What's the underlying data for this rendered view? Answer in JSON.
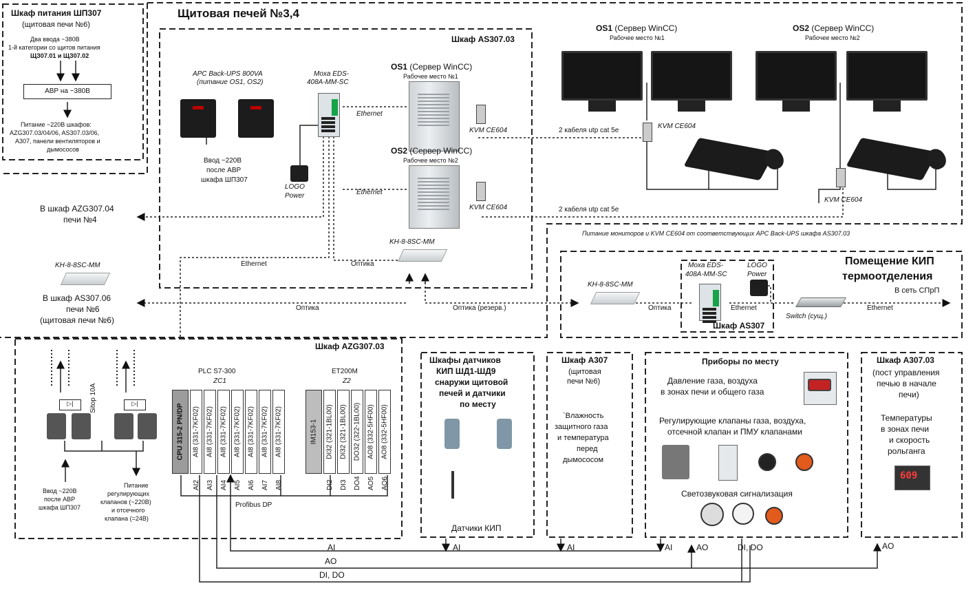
{
  "sp307": {
    "title": "Шкаф питания ШП307",
    "sub": "(щитовая печи №6)",
    "inputs_line1": "Два ввода ~380В",
    "inputs_line2": "1-й категории со щитов питания",
    "inputs_line3": "ЩЗ07.01 и ЩЗ07.02",
    "avr": "АВР на ~380В",
    "out_line1": "Питание ~220В шкафов:",
    "out_line2": "AZG307.03/04/06, AS307.03/06,",
    "out_line3": "A307, панели вентиляторов и",
    "out_line4": "дымососов"
  },
  "room_title": "Щитовая печей №3,4",
  "as30703": {
    "title": "Шкаф AS307.03",
    "ups_l1": "APC Back-UPS 800VA",
    "ups_l2": "(питание OS1, OS2)",
    "ups_in_l1": "Ввод ~220В",
    "ups_in_l2": "после АВР",
    "ups_in_l3": "шкафа ШП307",
    "moxa_l1": "Moxa EDS-",
    "moxa_l2": "408A-MM-SC",
    "logo_l1": "LOGO",
    "logo_l2": "Power",
    "os1_b": "OS1",
    "os1_r": " (Сервер WinCC)",
    "os1_sub": "Рабочее место №1",
    "os2_b": "OS2",
    "os2_r": " (Сервер WinCC)",
    "os2_sub": "Рабочее место №2",
    "kvm1": "KVM CE604",
    "kvm2": "KVM CE604",
    "eth1": "Ethernet",
    "eth2": "Ethernet",
    "kh": "KH-8-8SC-MM",
    "optic": "Оптика",
    "eth3": "Ethernet"
  },
  "workplaces": {
    "os1_b": "OS1",
    "os1_r": " (Сервер WinCC)",
    "os1_sub": "Рабочее место №1",
    "os2_b": "OS2",
    "os2_r": " (Сервер WinCC)",
    "os2_sub": "Рабочее место №2",
    "cable1": "2 кабеля utp cat 5e",
    "cable2": "2 кабеля utp cat 5e",
    "kvm1": "KVM CE604",
    "kvm2": "KVM CE604",
    "power_note": "Питание мониторов и KVM CE604 от соответствующих APC Back-UPS шкафа AS307.03"
  },
  "left_links": {
    "azg30704_l1": "В шкаф AZG307.04",
    "azg30704_l2": "печи №4",
    "kh_left": "KH-8-8SC-MM",
    "as30706_l1": "В шкаф AS307.06",
    "as30706_l2": "печи №6",
    "as30706_l3": "(щитовая печи №6)",
    "optic": "Оптика",
    "optic_res": "Оптика (резерв.)"
  },
  "kip_room": {
    "title_l1": "Помещение КИП",
    "title_l2": "термоотделения",
    "sprp": "В сеть СПрП",
    "kh": "KH-8-8SC-MM",
    "optic": "Оптика",
    "moxa_l1": "Moxa EDS-",
    "moxa_l2": "408A-MM-SC",
    "logo_l1": "LOGO",
    "logo_l2": "Power",
    "eth": "Ethernet",
    "switch": "Switch (сущ.)",
    "eth2": "Ethernet",
    "cab": "Шкаф AS307"
  },
  "azg": {
    "title": "Шкаф AZG307.03",
    "sitop": "Sitop 10A",
    "in_l1": "Ввод ~220В",
    "in_l2": "после АВР",
    "in_l3": "шкафа ШП307",
    "pw_l1": "Питание",
    "pw_l2": "регулирующих",
    "pw_l3": "клапанов (~220В)",
    "pw_l4": "и отсечного",
    "pw_l5": "клапана (=24В)",
    "plc_l1": "PLC S7-300",
    "plc_l2": "ZC1",
    "et_l1": "ET200M",
    "et_l2": "Z2",
    "cpu": "CPU 315-2 PN/DP",
    "aib": [
      "AI8 (331-7KF02)",
      "AI8 (331-7KF02)",
      "AI8 (331-7KF02)",
      "AI8 (331-7KF02)",
      "AI8 (331-7KF02)",
      "AI8 (331-7KF02)",
      "AI8 (331-7KF02)"
    ],
    "ai": [
      "AI2",
      "AI3",
      "AI4",
      "AI5",
      "AI6",
      "AI7",
      "AI8"
    ],
    "im": "IM153-1",
    "et_mods": [
      "DI32 (321-1BL00)",
      "DI32 (321-1BL00)",
      "DO32 (322-1BL00)",
      "AO8 (332-5HF00)",
      "AO8 (332-5HF00)"
    ],
    "et_ch": [
      "DI2",
      "DI3",
      "DO4",
      "AO5",
      "AO6"
    ],
    "profibus": "Profibus DP"
  },
  "sensors_cab": {
    "l1": "Шкафы датчиков",
    "l2": "КИП ШД1-ШД9",
    "l3": "снаружи щитовой",
    "l4": "печей и датчики",
    "l5": "по месту",
    "foot": "Датчики КИП"
  },
  "a307": {
    "title": "Шкаф А307",
    "l1": "(щитовая",
    "l2": "печи №6)",
    "m1": "`Влажность",
    "m2": "защитного газа",
    "m3": "и температура",
    "m4": "перед",
    "m5": "дымососом"
  },
  "field": {
    "title": "Приборы по месту",
    "p1_l1": "Давление газа, воздуха",
    "p1_l2": "в зонах печи и общего газа",
    "p2_l1": "Регулирующие клапаны газа, воздуха,",
    "p2_l2": "отсечной клапан и ПМУ клапанами",
    "p3": "Светозвуковая сигнализация"
  },
  "a30703": {
    "title": "Шкаф А307.03",
    "l1": "(пост управления",
    "l2": "печью в начале",
    "l3": "печи)",
    "m1": "Температуры",
    "m2": "в зонах печи",
    "m3": "и скорость",
    "m4": "рольганга",
    "display": "609"
  },
  "bus": {
    "ai_top": "AI",
    "ao_mid": "AO",
    "dido": "DI, DO",
    "ai_s": "AI",
    "ai_a": "AI",
    "ai_f": "AI",
    "ao_f": "AO",
    "dido_f": "DI, DO",
    "ao_p": "AO"
  }
}
